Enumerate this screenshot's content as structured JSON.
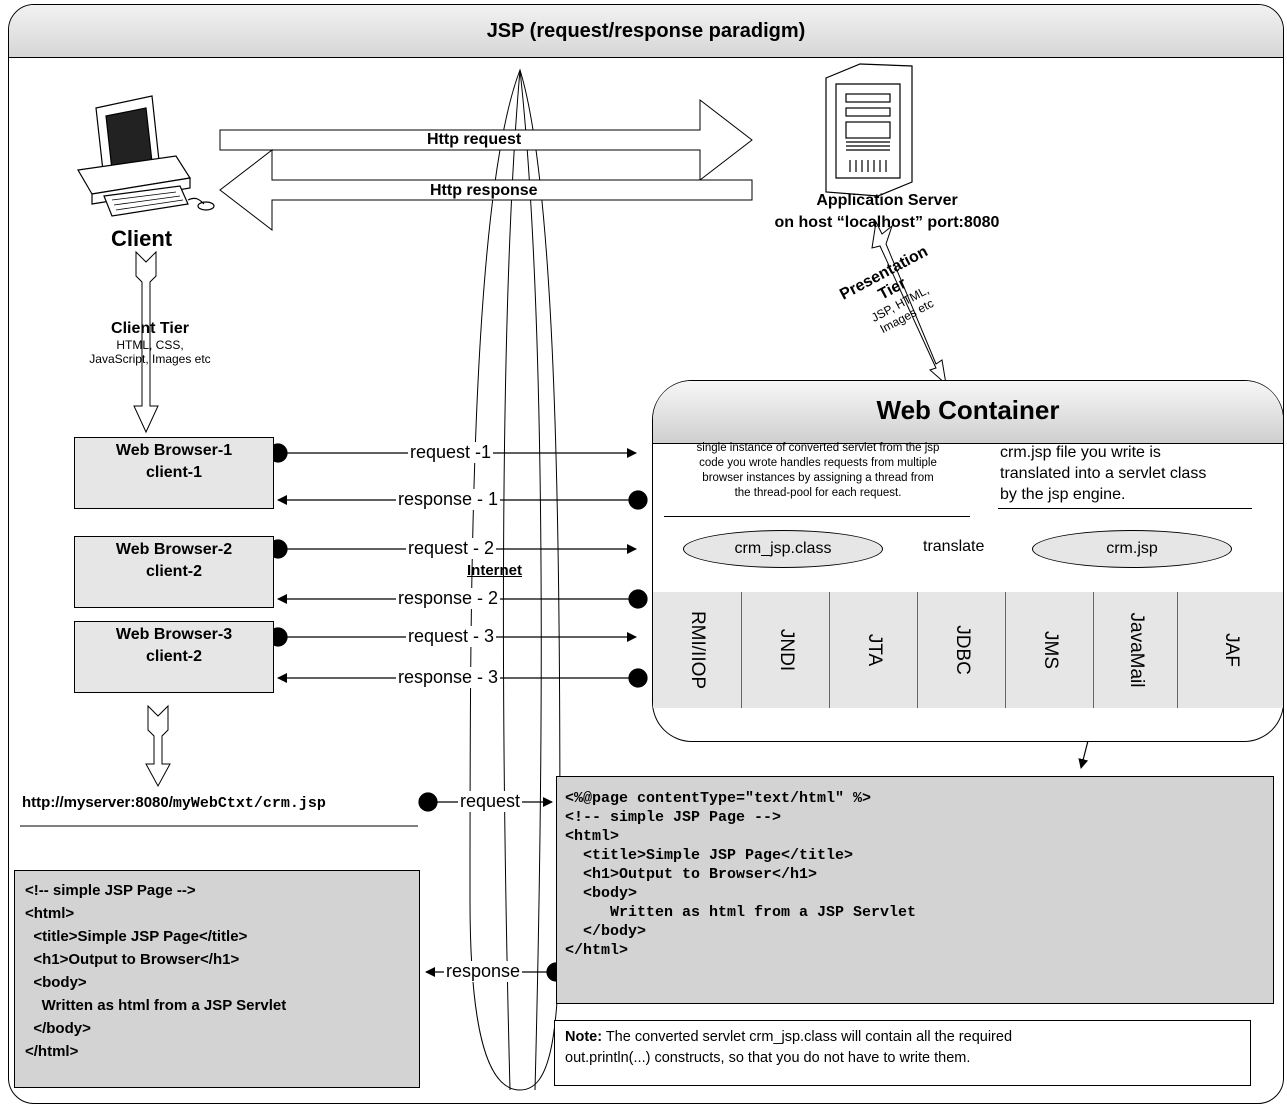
{
  "title": "JSP (request/response paradigm)",
  "http": {
    "request": "Http request",
    "response": "Http response"
  },
  "client": {
    "label": "Client"
  },
  "server": {
    "line1": "Application Server",
    "line2": "on host “localhost” port:8080"
  },
  "client_tier": {
    "title": "Client Tier",
    "line1": "HTML, CSS,",
    "line2": "JavaScript, Images etc"
  },
  "presentation_tier": {
    "title": "Presentation",
    "title2": "Tier",
    "line1": "JSP, HTML,",
    "line2": "Images etc"
  },
  "internet": "Internet",
  "browsers": [
    {
      "line1": "Web Browser-1",
      "line2": "client-1",
      "request": "request -1",
      "response": "response - 1"
    },
    {
      "line1": "Web Browser-2",
      "line2": "client-2",
      "request": "request - 2",
      "response": "response - 2"
    },
    {
      "line1": "Web Browser-3",
      "line2": "client-2",
      "request": "request - 3",
      "response": "response - 3"
    }
  ],
  "web_container": {
    "title": "Web Container",
    "desc_left": [
      "single instance of converted servlet from the jsp",
      "code you wrote handles requests from multiple",
      "browser instances  by assigning a thread from",
      "the thread-pool for each request."
    ],
    "desc_right": [
      "crm.jsp file you write is",
      "translated into a servlet class",
      "by the jsp engine."
    ],
    "class_file": "crm_jsp.class",
    "translate": "translate",
    "jsp_file": "crm.jsp",
    "apis": [
      "RMI/IIOP",
      "JNDI",
      "JTA",
      "JDBC",
      "JMS",
      "JavaMail",
      "JAF"
    ]
  },
  "url": {
    "prefix": "http://myserver:8080/",
    "path": "myWebCtxt/crm.jsp"
  },
  "request_label": "request",
  "response_label": "response",
  "jsp_code": [
    "<%@page contentType=\"text/html\" %>",
    "",
    "<!-- simple JSP Page -->",
    "<html>",
    "  <title>Simple JSP Page</title>",
    "  <h1>Output to Browser</h1>",
    "  <body>",
    "     Written as html from a JSP Servlet",
    "  </body>",
    "</html>"
  ],
  "output_html": [
    "<!-- simple JSP Page -->",
    "<html>",
    "  <title>Simple JSP Page</title>",
    "  <h1>Output to Browser</h1>",
    "  <body>",
    "    Written as html from a JSP Servlet",
    "  </body>",
    "</html>"
  ],
  "note": {
    "prefix": "Note:",
    "line1": " The converted servlet crm_jsp.class  will contain all the required",
    "line2": "out.println(...) constructs, so that you do not have to write them."
  }
}
